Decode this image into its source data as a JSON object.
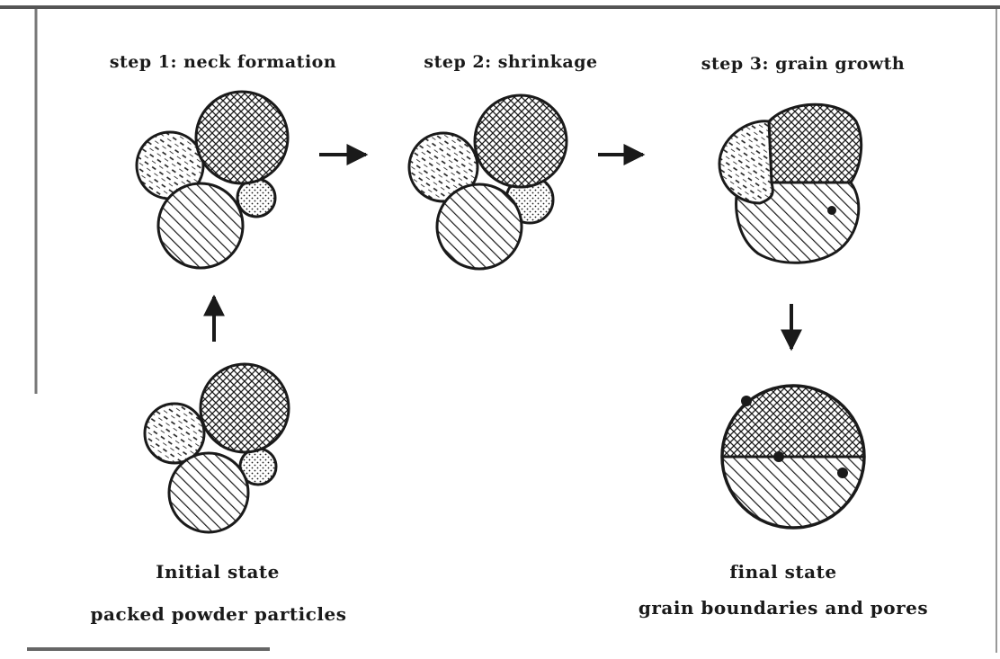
{
  "steps": [
    {
      "label": "step 1: neck formation"
    },
    {
      "label": "step 2: shrinkage"
    },
    {
      "label": "step 3: grain growth"
    }
  ],
  "initial": {
    "line1": "Initial state",
    "line2": "packed powder particles"
  },
  "final": {
    "line1": "final state",
    "line2": "grain boundaries and pores"
  },
  "colors": {
    "ink": "#1a1a1a",
    "background": "#ffffff"
  }
}
